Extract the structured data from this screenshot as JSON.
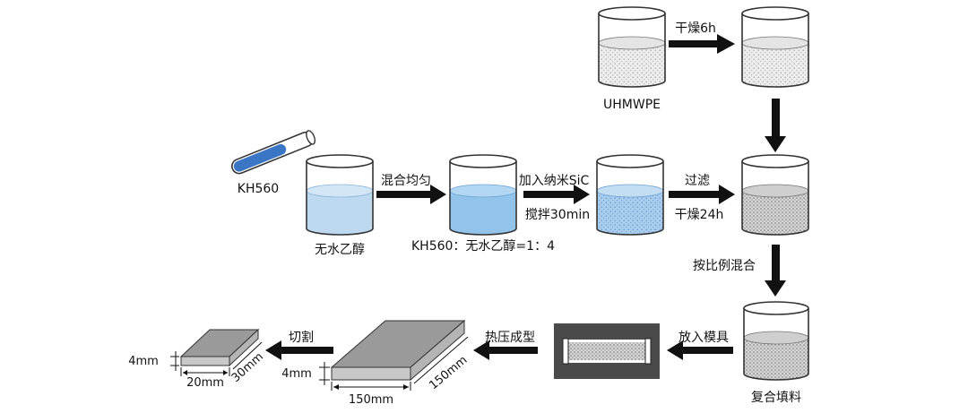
{
  "labels": {
    "uhmwpe": "UHMWPE",
    "dry_6h": "干燥6h",
    "kh560": "KH560",
    "ethanol": "无水乙醇",
    "mix_uniform": "混合均匀",
    "ratio": "KH560：无水乙醇=1：4",
    "add_sic": "加入纳米SiC",
    "stir": "搅拌30min",
    "filter": "过滤",
    "dry_24h": "干燥24h",
    "mix_ratio": "按比例混合",
    "composite": "复合填料",
    "into_mold": "放入模具",
    "hot_press": "热压成型",
    "cut": "切割",
    "dim_4mm_big": "4mm",
    "dim_150_w": "150mm",
    "dim_150_d": "150mm",
    "dim_4mm_small": "4mm",
    "dim_20": "20mm",
    "dim_30": "30mm"
  },
  "colors": {
    "liquid_light": "#b9d8f0",
    "liquid_mid": "#8cc0e8",
    "tube_blue": "#3a76c4",
    "arrow": "#111111",
    "plate_top": "#9a9a9a",
    "plate_side": "#c8c8c8",
    "mold": "#4a4a4a"
  }
}
